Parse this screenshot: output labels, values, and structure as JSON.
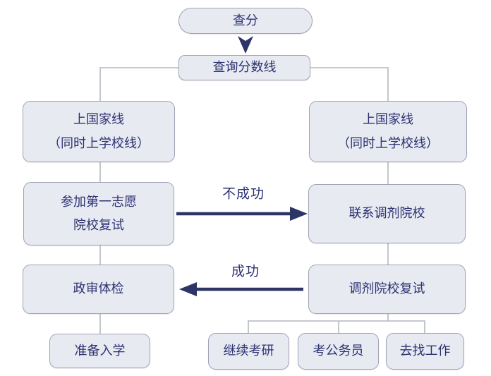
{
  "colors": {
    "node_fill": "#e8eaf1",
    "node_border": "#9fa3b5",
    "node_text": "#2c3172",
    "connector": "#b4b7c0",
    "arrow": "#2c3565",
    "page_bg": "#ffffff"
  },
  "flowchart": {
    "nodes": {
      "check_score": "查分",
      "check_cutoff_line": "查询分数线",
      "left_above_national_line": "上国家线\n（同时上学校线）",
      "right_above_national_line": "上国家线\n（同时上学校线）",
      "first_choice_retest": "参加第一志愿\n院校复试",
      "contact_adjustment_school": "联系调剂院校",
      "political_review_physical": "政审体检",
      "adjustment_school_retest": "调剂院校复试",
      "prepare_enrollment": "准备入学",
      "continue_postgraduate_exam": "继续考研",
      "civil_service_exam": "考公务员",
      "find_job": "去找工作"
    },
    "edge_labels": {
      "unsuccessful": "不成功",
      "successful": "成功"
    }
  }
}
